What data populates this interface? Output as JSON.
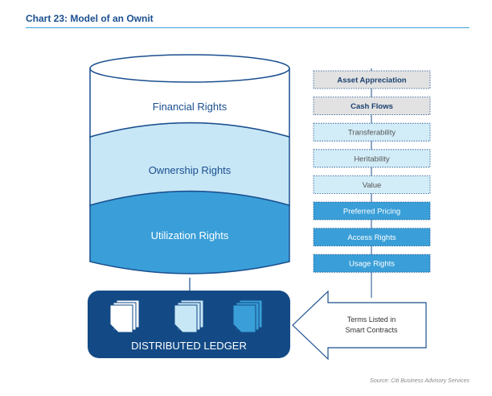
{
  "title": "Chart 23: Model of an Ownit",
  "cylinder": {
    "layers": [
      {
        "label": "Financial Rights",
        "color": "#ffffff",
        "text_color": "#1a4f8f"
      },
      {
        "label": "Ownership Rights",
        "color": "#c8e7f6",
        "text_color": "#1a4f8f"
      },
      {
        "label": "Utilization Rights",
        "color": "#3a9fd8",
        "text_color": "#ffffff"
      }
    ],
    "outline_color": "#1a4f8f"
  },
  "rights_list": [
    {
      "label": "Asset Appreciation",
      "style": "gray"
    },
    {
      "label": "Cash Flows",
      "style": "gray"
    },
    {
      "label": "Transferability",
      "style": "light"
    },
    {
      "label": "Heritability",
      "style": "light"
    },
    {
      "label": "Value",
      "style": "light"
    },
    {
      "label": "Preferred Pricing",
      "style": "blue"
    },
    {
      "label": "Access Rights",
      "style": "blue"
    },
    {
      "label": "Usage Rights",
      "style": "blue"
    }
  ],
  "ledger": {
    "label": "DISTRIBUTED LEDGER",
    "color": "#134a86"
  },
  "arrow": {
    "label_line1": "Terms Listed in",
    "label_line2": "Smart Contracts"
  },
  "source": "Source: Citi Business Advisory Services"
}
